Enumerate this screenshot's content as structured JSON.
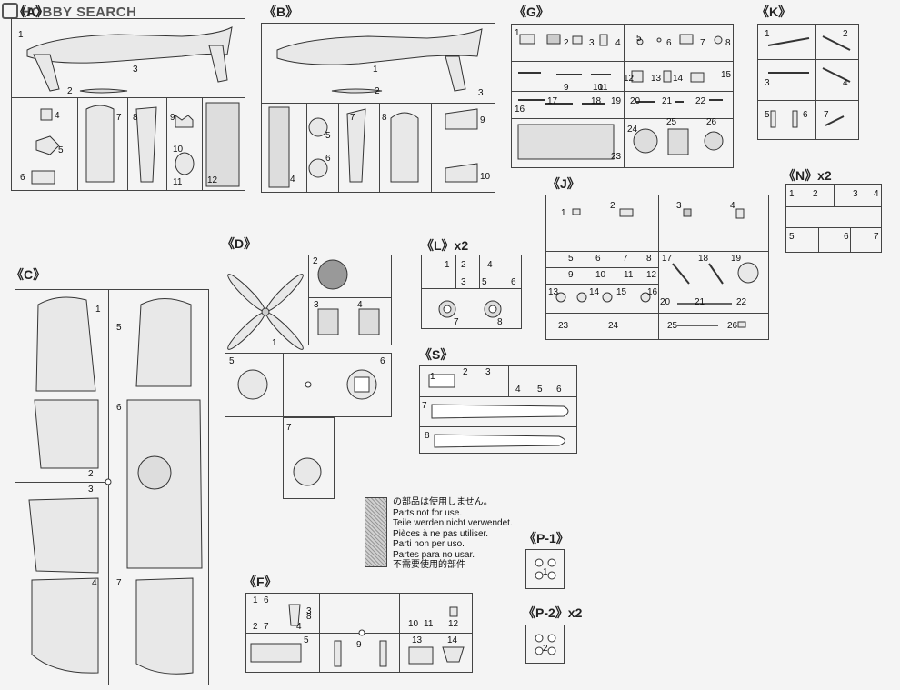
{
  "logo": {
    "text": "HOBBY SEARCH"
  },
  "sprues": {
    "A": "《A》",
    "B": "《B》",
    "G": "《G》",
    "K": "《K》",
    "N": "《N》x2",
    "C": "《C》",
    "D": "《D》",
    "L": "《L》x2",
    "J": "《J》",
    "S": "《S》",
    "F": "《F》",
    "P1": "《P-1》",
    "P2": "《P-2》x2"
  },
  "notice": {
    "lines": [
      "の部品は使用しません。",
      "Parts not for use.",
      "Teile werden nicht verwendet.",
      "Pièces à ne pas utiliser.",
      "Parti non per uso.",
      "Partes para no usar.",
      "不需要使用的部件"
    ]
  },
  "part_numbers": {
    "A": [
      "1",
      "2",
      "3",
      "4",
      "5",
      "6",
      "7",
      "8",
      "9",
      "10",
      "11",
      "12"
    ],
    "B": [
      "1",
      "2",
      "3",
      "4",
      "5",
      "6",
      "7",
      "8",
      "9",
      "10"
    ],
    "G": [
      "1",
      "2",
      "3",
      "4",
      "5",
      "6",
      "7",
      "8",
      "9",
      "10",
      "11",
      "12",
      "13",
      "14",
      "15",
      "16",
      "17",
      "18",
      "19",
      "20",
      "21",
      "22",
      "23",
      "24",
      "25",
      "26"
    ],
    "K": [
      "1",
      "2",
      "3",
      "4",
      "5",
      "6",
      "7"
    ],
    "N": [
      "1",
      "2",
      "3",
      "4",
      "5",
      "6",
      "7"
    ],
    "C": [
      "1",
      "2",
      "3",
      "4",
      "5",
      "6",
      "7"
    ],
    "D": [
      "1",
      "2",
      "3",
      "4",
      "5",
      "6",
      "7"
    ],
    "L": [
      "1",
      "2",
      "3",
      "4",
      "5",
      "6",
      "7",
      "8"
    ],
    "J": [
      "1",
      "2",
      "3",
      "4",
      "5",
      "6",
      "7",
      "8",
      "9",
      "10",
      "11",
      "12",
      "13",
      "14",
      "15",
      "16",
      "17",
      "18",
      "19",
      "20",
      "21",
      "22",
      "23",
      "24",
      "25",
      "26"
    ],
    "S": [
      "1",
      "2",
      "3",
      "4",
      "5",
      "6",
      "7",
      "8"
    ],
    "F": [
      "1",
      "2",
      "3",
      "4",
      "5",
      "6",
      "7",
      "8",
      "9",
      "10",
      "11",
      "12",
      "13",
      "14"
    ],
    "P1": [
      "1"
    ],
    "P2": [
      "2"
    ]
  }
}
